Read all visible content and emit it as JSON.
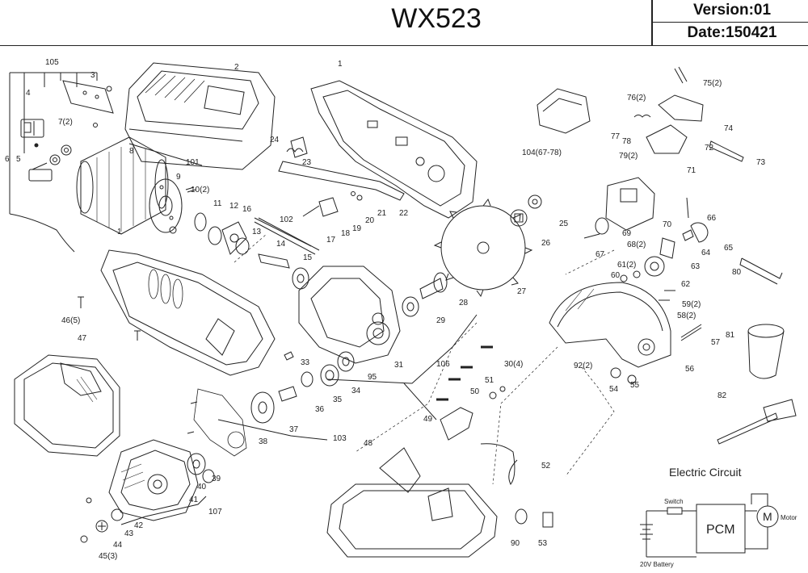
{
  "header": {
    "model": "WX523",
    "version": "Version:01",
    "date": "Date:150421"
  },
  "circuit": {
    "title": "Electric Circuit",
    "switch": "Switch",
    "pcm": "PCM",
    "motor": "Motor",
    "motor_symbol": "M",
    "battery": "20V Battery"
  },
  "labels": [
    {
      "id": "l105",
      "text": "105"
    },
    {
      "id": "l2",
      "text": "2"
    },
    {
      "id": "l1a",
      "text": "1"
    },
    {
      "id": "l3",
      "text": "3"
    },
    {
      "id": "l4",
      "text": "4"
    },
    {
      "id": "l72",
      "text": "7(2)"
    },
    {
      "id": "l5",
      "text": "5"
    },
    {
      "id": "l6",
      "text": "6"
    },
    {
      "id": "l8",
      "text": "8"
    },
    {
      "id": "l101",
      "text": "101"
    },
    {
      "id": "l9",
      "text": "9"
    },
    {
      "id": "l10",
      "text": "10(2)"
    },
    {
      "id": "l11",
      "text": "11"
    },
    {
      "id": "l12",
      "text": "12"
    },
    {
      "id": "l16",
      "text": "16"
    },
    {
      "id": "l102",
      "text": "102"
    },
    {
      "id": "l13",
      "text": "13"
    },
    {
      "id": "l14",
      "text": "14"
    },
    {
      "id": "l15",
      "text": "15"
    },
    {
      "id": "l1b",
      "text": "1"
    },
    {
      "id": "l24",
      "text": "24"
    },
    {
      "id": "l23",
      "text": "23"
    },
    {
      "id": "l17",
      "text": "17"
    },
    {
      "id": "l18",
      "text": "18"
    },
    {
      "id": "l19",
      "text": "19"
    },
    {
      "id": "l20",
      "text": "20"
    },
    {
      "id": "l21",
      "text": "21"
    },
    {
      "id": "l22",
      "text": "22"
    },
    {
      "id": "l104",
      "text": "104(67-78)"
    },
    {
      "id": "l75",
      "text": "75(2)"
    },
    {
      "id": "l76",
      "text": "76(2)"
    },
    {
      "id": "l77",
      "text": "77"
    },
    {
      "id": "l78",
      "text": "78"
    },
    {
      "id": "l74",
      "text": "74"
    },
    {
      "id": "l72b",
      "text": "72"
    },
    {
      "id": "l73",
      "text": "73"
    },
    {
      "id": "l79",
      "text": "79(2)"
    },
    {
      "id": "l71",
      "text": "71"
    },
    {
      "id": "l25",
      "text": "25"
    },
    {
      "id": "l26",
      "text": "26"
    },
    {
      "id": "l27",
      "text": "27"
    },
    {
      "id": "l70",
      "text": "70"
    },
    {
      "id": "l66",
      "text": "66"
    },
    {
      "id": "l69",
      "text": "69"
    },
    {
      "id": "l682",
      "text": "68(2)"
    },
    {
      "id": "l67",
      "text": "67"
    },
    {
      "id": "l65",
      "text": "65"
    },
    {
      "id": "l64",
      "text": "64"
    },
    {
      "id": "l63",
      "text": "63"
    },
    {
      "id": "l612",
      "text": "61(2)"
    },
    {
      "id": "l60",
      "text": "60"
    },
    {
      "id": "l62",
      "text": "62"
    },
    {
      "id": "l80",
      "text": "80"
    },
    {
      "id": "l592",
      "text": "59(2)"
    },
    {
      "id": "l582",
      "text": "58(2)"
    },
    {
      "id": "l46",
      "text": "46(5)"
    },
    {
      "id": "l47",
      "text": "47"
    },
    {
      "id": "l28",
      "text": "28"
    },
    {
      "id": "l29",
      "text": "29"
    },
    {
      "id": "l81",
      "text": "81"
    },
    {
      "id": "l57",
      "text": "57"
    },
    {
      "id": "l31",
      "text": "31"
    },
    {
      "id": "l106",
      "text": "106"
    },
    {
      "id": "l304",
      "text": "30(4)"
    },
    {
      "id": "l33",
      "text": "33"
    },
    {
      "id": "l95",
      "text": "95"
    },
    {
      "id": "l34",
      "text": "34"
    },
    {
      "id": "l35",
      "text": "35"
    },
    {
      "id": "l36",
      "text": "36"
    },
    {
      "id": "l51",
      "text": "51"
    },
    {
      "id": "l50",
      "text": "50"
    },
    {
      "id": "l922",
      "text": "92(2)"
    },
    {
      "id": "l54",
      "text": "54"
    },
    {
      "id": "l55",
      "text": "55"
    },
    {
      "id": "l56",
      "text": "56"
    },
    {
      "id": "l82",
      "text": "82"
    },
    {
      "id": "l37",
      "text": "37"
    },
    {
      "id": "l103",
      "text": "103"
    },
    {
      "id": "l38",
      "text": "38"
    },
    {
      "id": "l49",
      "text": "49"
    },
    {
      "id": "l48",
      "text": "48"
    },
    {
      "id": "l52",
      "text": "52"
    },
    {
      "id": "l40",
      "text": "40"
    },
    {
      "id": "l39",
      "text": "39"
    },
    {
      "id": "l41",
      "text": "41"
    },
    {
      "id": "l107",
      "text": "107"
    },
    {
      "id": "l42",
      "text": "42"
    },
    {
      "id": "l43",
      "text": "43"
    },
    {
      "id": "l44",
      "text": "44"
    },
    {
      "id": "l453",
      "text": "45(3)"
    },
    {
      "id": "l90",
      "text": "90"
    },
    {
      "id": "l53",
      "text": "53"
    }
  ]
}
